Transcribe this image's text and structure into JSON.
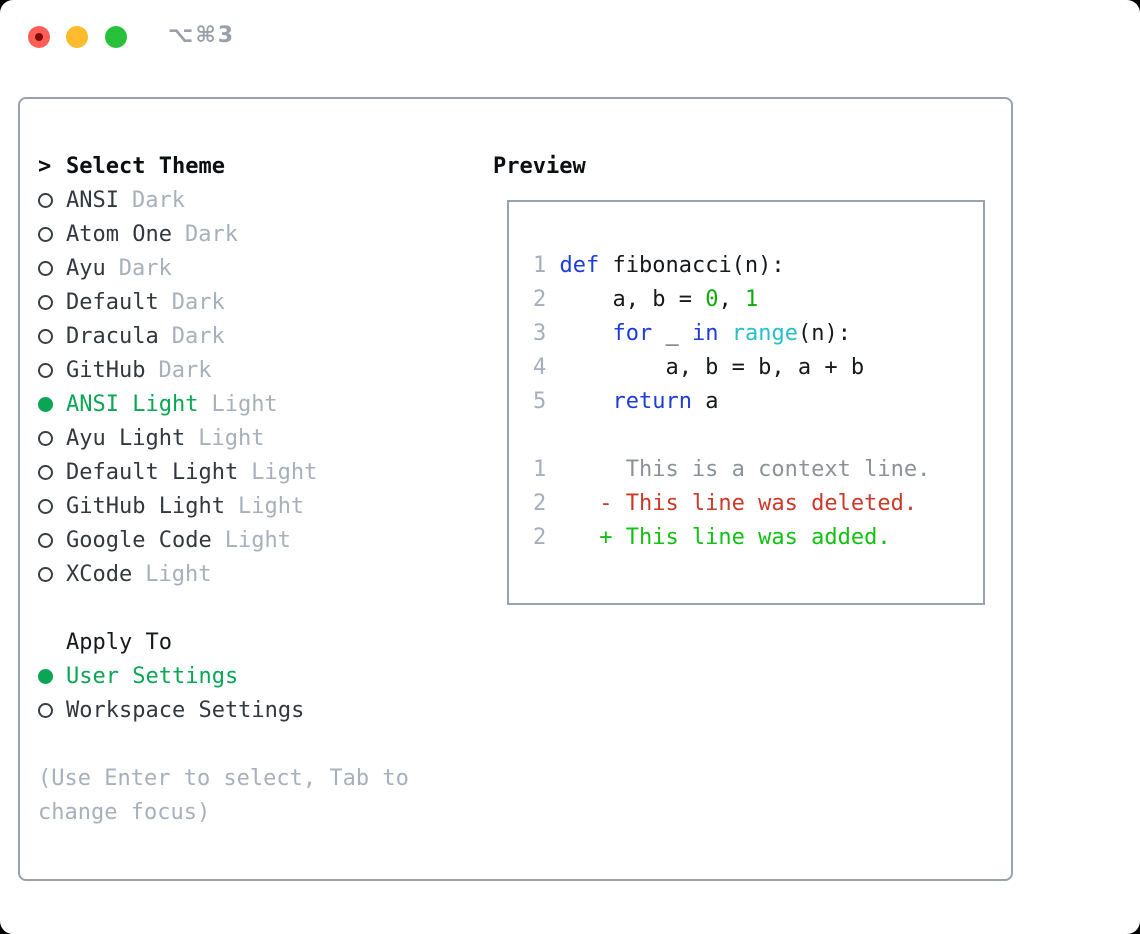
{
  "window": {
    "title": "⌥⌘3"
  },
  "left_panel": {
    "header_prefix": ">",
    "header": "Select Theme",
    "themes": [
      {
        "name": "ANSI",
        "variant": "Dark",
        "selected": false
      },
      {
        "name": "Atom One",
        "variant": "Dark",
        "selected": false
      },
      {
        "name": "Ayu",
        "variant": "Dark",
        "selected": false
      },
      {
        "name": "Default",
        "variant": "Dark",
        "selected": false
      },
      {
        "name": "Dracula",
        "variant": "Dark",
        "selected": false
      },
      {
        "name": "GitHub",
        "variant": "Dark",
        "selected": false
      },
      {
        "name": "ANSI Light",
        "variant": "Light",
        "selected": true
      },
      {
        "name": "Ayu Light",
        "variant": "Light",
        "selected": false
      },
      {
        "name": "Default Light",
        "variant": "Light",
        "selected": false
      },
      {
        "name": "GitHub Light",
        "variant": "Light",
        "selected": false
      },
      {
        "name": "Google Code",
        "variant": "Light",
        "selected": false
      },
      {
        "name": "XCode",
        "variant": "Light",
        "selected": false
      }
    ],
    "apply_header": "Apply To",
    "apply_options": [
      {
        "name": "User Settings",
        "selected": true
      },
      {
        "name": "Workspace Settings",
        "selected": false
      }
    ],
    "help_lines": [
      "(Use Enter to select, Tab to",
      "change focus)"
    ]
  },
  "preview": {
    "header": "Preview",
    "lines": [
      {
        "num": "1",
        "tokens": [
          {
            "t": "def",
            "c": "kw"
          },
          {
            "t": " fibonacci(n):",
            "c": "pl"
          }
        ]
      },
      {
        "num": "2",
        "tokens": [
          {
            "t": "    a, b = ",
            "c": "pl"
          },
          {
            "t": "0",
            "c": "nm"
          },
          {
            "t": ", ",
            "c": "pl"
          },
          {
            "t": "1",
            "c": "nm"
          }
        ]
      },
      {
        "num": "3",
        "tokens": [
          {
            "t": "    ",
            "c": "pl"
          },
          {
            "t": "for",
            "c": "kw"
          },
          {
            "t": " _ ",
            "c": "pl"
          },
          {
            "t": "in",
            "c": "kw"
          },
          {
            "t": " ",
            "c": "pl"
          },
          {
            "t": "range",
            "c": "fn"
          },
          {
            "t": "(n):",
            "c": "pl"
          }
        ]
      },
      {
        "num": "4",
        "tokens": [
          {
            "t": "        a, b = b, a + b",
            "c": "pl"
          }
        ]
      },
      {
        "num": "5",
        "tokens": [
          {
            "t": "    ",
            "c": "pl"
          },
          {
            "t": "return",
            "c": "kw"
          },
          {
            "t": " a",
            "c": "pl"
          }
        ]
      },
      {
        "num": "",
        "tokens": []
      },
      {
        "num": "1",
        "tokens": [
          {
            "t": "     This is a context line.",
            "c": "ctx"
          }
        ]
      },
      {
        "num": "2",
        "tokens": [
          {
            "t": "   - This line was deleted.",
            "c": "del"
          }
        ]
      },
      {
        "num": "2",
        "tokens": [
          {
            "t": "   + This line was added.",
            "c": "add"
          }
        ]
      }
    ]
  },
  "colors": {
    "ui_selected_green": "#0ba655",
    "keyword_blue": "#1f3cd6",
    "builtin_cyan": "#27bfca",
    "number_green": "#0cac0c",
    "added_green": "#12c112",
    "deleted_red": "#c93a28",
    "context_gray": "#8c929a",
    "muted_gray": "#a7b0bb",
    "border_gray": "#9aa3ad",
    "traffic_red": "#ff5e56",
    "traffic_yellow": "#febb2e",
    "traffic_green": "#2ac13a"
  }
}
